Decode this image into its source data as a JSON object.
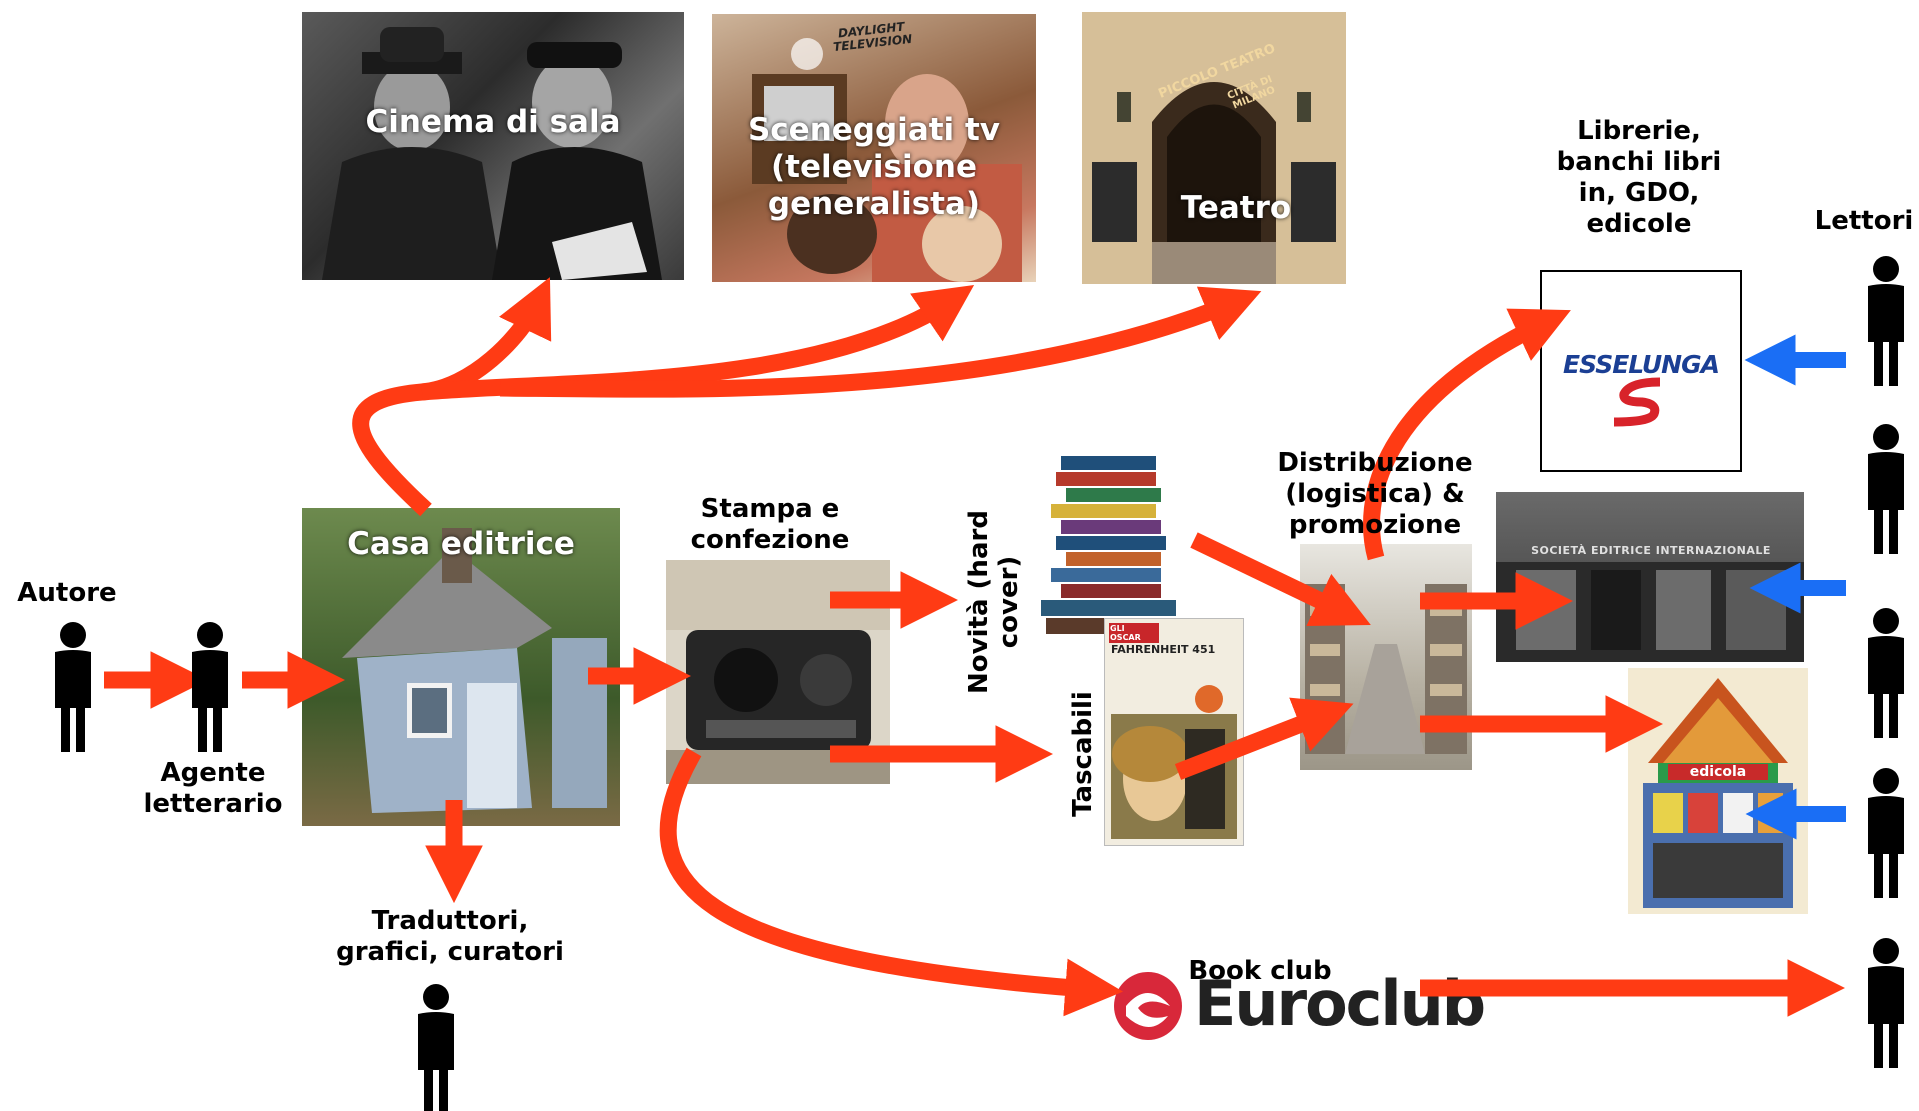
{
  "labels": {
    "autore": "Autore",
    "agente": "Agente\nletterario",
    "casa": "Casa editrice",
    "traduttori": "Traduttori,\ngrafici, curatori",
    "stampa": "Stampa e\nconfezione",
    "novita": "Novità (hard\ncover)",
    "tascabili": "Tascabili",
    "distribuzione": "Distribuzione\n(logistica) &\npromozione",
    "librerie": "Librerie,\nbanchi libri\nin, GDO,\nedicole",
    "lettori": "Lettori",
    "bookclub": "Book club",
    "cinema": "Cinema di sala",
    "sceneggiati": "Sceneggiati tv\n(televisione\ngeneralista)",
    "teatro": "Teatro"
  },
  "logos": {
    "esselunga": "ESSELUNGA",
    "euroclub": "Euroclub",
    "daylight": "DAYLIGHT\nTELEVISION",
    "piccolo_teatro": "PICCOLO TEATRO",
    "citta_di_milano": "CITTÀ DI\nMILANO",
    "societa": "SOCIETÀ EDITRICE INTERNAZIONALE",
    "edicola": "edicola",
    "fahrenheit": "FAHRENHEIT 451",
    "oscar": "GLI OSCAR"
  },
  "colors": {
    "arrow_red": "#ff3b14",
    "arrow_blue": "#1a6ef5"
  }
}
